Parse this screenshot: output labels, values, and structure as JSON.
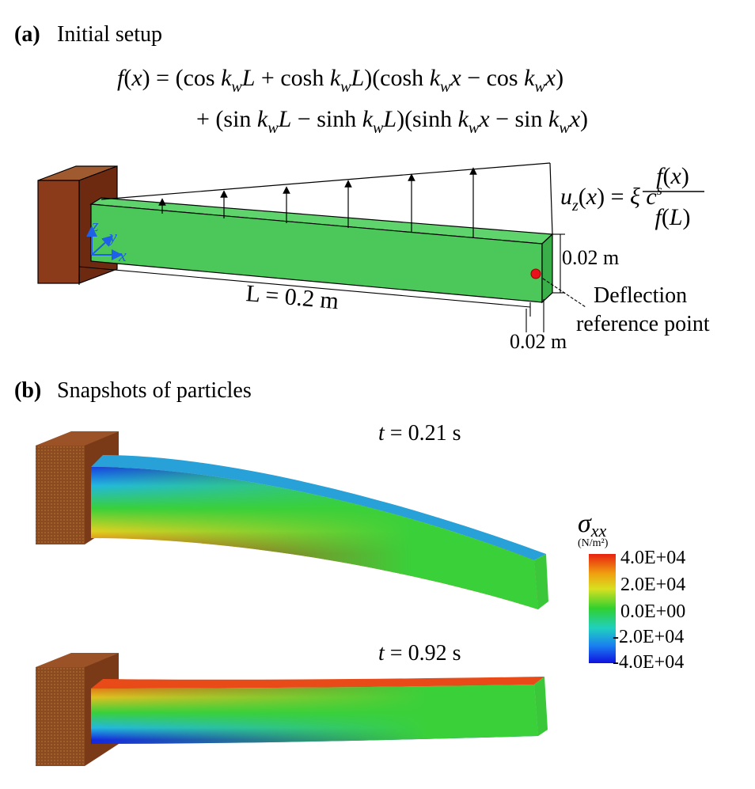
{
  "panel_a": {
    "tag": "(a)",
    "title": "Initial setup",
    "eq1_line1": "f(x) = (cos kwL + cosh kwL)(cosh kwx − cos kwx)",
    "eq1_line2": "+ (sin kwL − sinh kwL)(sinh kwx − sin kwx)",
    "eq2": "uz(x) = ξ c^s f(x) / f(L)",
    "length_label": "L = 0.2 m",
    "height_label": "0.02 m",
    "width_label": "0.02 m",
    "ref_label_1": "Deflection",
    "ref_label_2": "reference point",
    "axis_x": "x",
    "axis_y": "y",
    "axis_z": "z"
  },
  "panel_b": {
    "tag": "(b)",
    "title": "Snapshots of particles",
    "time_1": "t = 0.21 s",
    "time_2": "t = 0.92 s"
  },
  "colorbar": {
    "symbol": "σxx",
    "unit": "(N/m²)",
    "ticks": [
      "4.0E+04",
      "2.0E+04",
      "0.0E+00",
      "-2.0E+04",
      "-4.0E+04"
    ]
  },
  "colors": {
    "wall": "#8b3a1a",
    "beam": "#4cc85a",
    "ref_point": "#e8101a",
    "axis": "#1e60e8"
  }
}
